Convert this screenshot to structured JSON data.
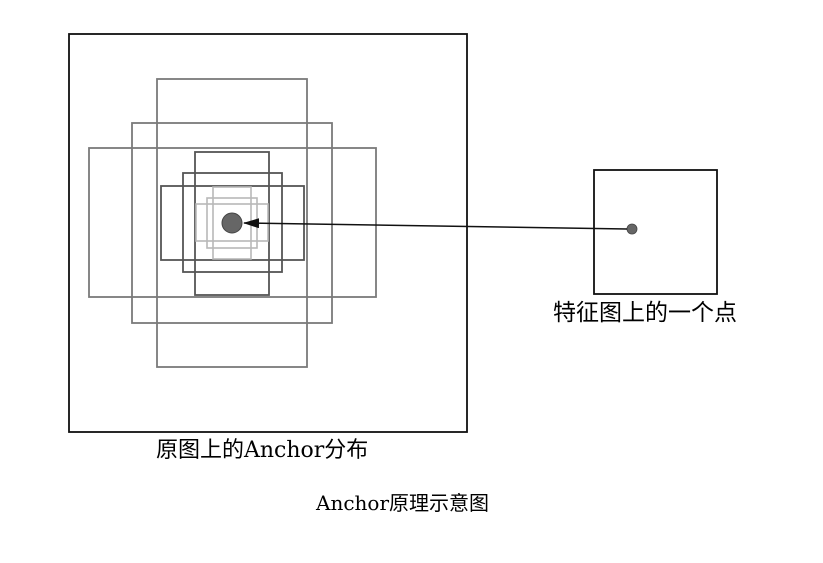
{
  "diagram": {
    "left_panel_label": "原图上的Anchor分布",
    "right_panel_label": "特征图上的一个点",
    "caption": "Anchor原理示意图"
  },
  "colors": {
    "frame": "#111111",
    "anchor_outer": "#7a7a7a",
    "anchor_inner": "#b8b8b8",
    "point": "#666666",
    "arrow": "#111111"
  }
}
